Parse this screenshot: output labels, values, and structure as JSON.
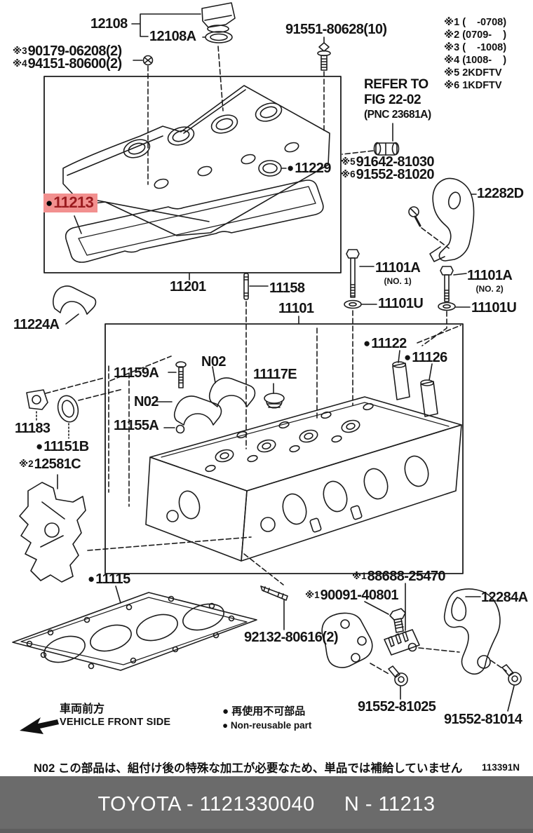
{
  "page": {
    "line_color": "#1c1c1c",
    "highlight_bg": "#f2908f",
    "highlight_text_color": "#9b1b1f",
    "footer_bg": "#6b6b6b"
  },
  "labels": {
    "l12108": {
      "text": "12108"
    },
    "l12108a": {
      "text": "12108A"
    },
    "l90179": {
      "mark": "※3",
      "text": "90179-06208(2)"
    },
    "l94151": {
      "mark": "※4",
      "text": "94151-80600(2)"
    },
    "l91551": {
      "text": "91551-80628(10)"
    },
    "l11229": {
      "bullet": "●",
      "text": "11229"
    },
    "l91642": {
      "mark": "※5",
      "text": "91642-81030"
    },
    "l91552a": {
      "mark": "※6",
      "text": "91552-81020"
    },
    "l12282d": {
      "text": "12282D"
    },
    "l11213": {
      "bullet": "●",
      "text": "11213"
    },
    "l11201": {
      "text": "11201"
    },
    "l11224a": {
      "text": "11224A"
    },
    "l11158": {
      "text": "11158"
    },
    "l11101": {
      "text": "11101"
    },
    "l11101a1": {
      "text": "11101A",
      "sub": "(NO. 1)"
    },
    "l11101u1": {
      "text": "11101U"
    },
    "l11101a2": {
      "text": "11101A",
      "sub": "(NO. 2)"
    },
    "l11101u2": {
      "text": "11101U"
    },
    "l11122": {
      "bullet": "●",
      "text": "11122"
    },
    "l11126": {
      "bullet": "●",
      "text": "11126"
    },
    "l11159a": {
      "text": "11159A"
    },
    "ln02a": {
      "text": "N02"
    },
    "l11117e": {
      "text": "11117E"
    },
    "ln02b": {
      "text": "N02"
    },
    "l11155a": {
      "text": "11155A"
    },
    "l11183": {
      "text": "11183"
    },
    "l11151b": {
      "bullet": "●",
      "text": "11151B"
    },
    "l12581c": {
      "mark": "※2",
      "text": "12581C"
    },
    "l11115": {
      "bullet": "●",
      "text": "11115"
    },
    "l88688": {
      "mark": "※1",
      "text": "88688-25470"
    },
    "l90091": {
      "mark": "※1",
      "text": "90091-40801"
    },
    "l12284a": {
      "text": "12284A"
    },
    "l92132": {
      "text": "92132-80616(2)"
    },
    "l81025": {
      "text": "91552-81025"
    },
    "l81014": {
      "text": "91552-81014"
    }
  },
  "refer_note": {
    "line1": "REFER TO",
    "line2": "FIG 22-02",
    "line3": "(PNC 23681A)"
  },
  "applicability": [
    "※1 (    -0708)",
    "※2 (0709-    )",
    "※3 (    -1008)",
    "※4 (1008-    )",
    "※5 2KDFTV",
    "※6 1KDFTV"
  ],
  "front_marker": {
    "jp": "車両前方",
    "en": "VEHICLE FRONT SIDE"
  },
  "nonreusable_legend": {
    "jp": "● 再使用不可部品",
    "en": "● Non-reusable part"
  },
  "bottom_note": {
    "code": "N02",
    "text": "この部品は、組付け後の特殊な加工が必要なため、単品では補給していません"
  },
  "fig_code": "113391N",
  "footer": {
    "catalog": "TOYOTA - 1121330040",
    "part": "N - 11213"
  }
}
